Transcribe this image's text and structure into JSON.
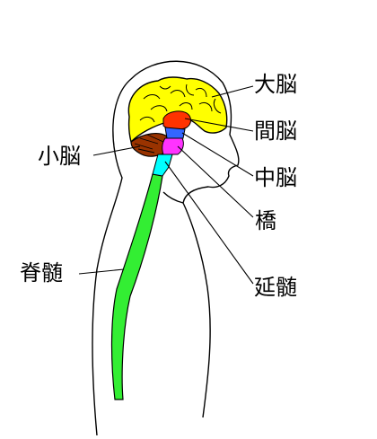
{
  "labels": {
    "cerebrum": "大脳",
    "diencephalon": "間脳",
    "midbrain": "中脳",
    "pons": "橋",
    "medulla": "延髄",
    "cerebellum": "小脳",
    "spinal_cord": "脊髄"
  },
  "colors": {
    "cerebrum": "#ffff00",
    "diencephalon": "#ff3300",
    "midbrain": "#3366ff",
    "pons": "#ff33ff",
    "medulla": "#00ffff",
    "cerebellum": "#993300",
    "spinal_cord": "#33ee33",
    "outline": "#000000"
  }
}
